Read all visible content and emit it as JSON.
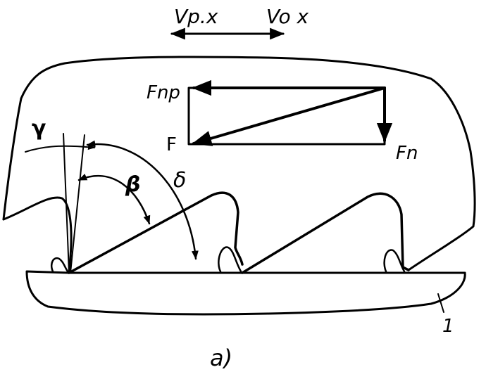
{
  "labels": {
    "velocity_rx": "Vp.x",
    "velocity_ox": "Vo x",
    "force_np": "Fnp",
    "force_f": "F",
    "force_n": "Fn",
    "angle_gamma": "γ",
    "angle_beta": "β",
    "angle_delta": "δ",
    "part_number": "1",
    "caption": "a)"
  },
  "colors": {
    "ink": "#000000",
    "paper": "#ffffff"
  }
}
